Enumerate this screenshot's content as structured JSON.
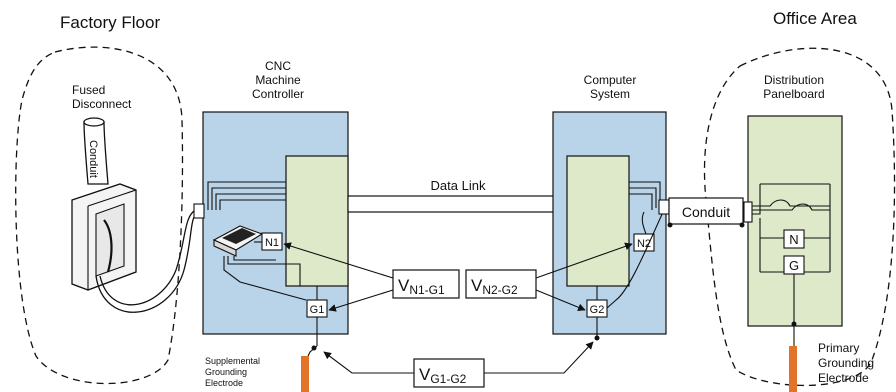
{
  "areas": {
    "left_title": "Factory Floor",
    "right_title": "Office Area"
  },
  "equipment": {
    "fused_disconnect": [
      "Fused",
      "Disconnect"
    ],
    "conduit_vertical": "Conduit",
    "cnc_controller": [
      "CNC",
      "Machine",
      "Controller"
    ],
    "computer_system": [
      "Computer",
      "System"
    ],
    "distribution_panelboard": [
      "Distribution",
      "Panelboard"
    ],
    "data_link": "Data Link",
    "conduit_horizontal": "Conduit"
  },
  "terminals": {
    "n1": "N1",
    "g1": "G1",
    "n2": "N2",
    "g2": "G2",
    "n": "N",
    "g": "G"
  },
  "voltages": {
    "vn1g1": {
      "main": "V",
      "sub": "N1-G1"
    },
    "vn2g2": {
      "main": "V",
      "sub": "N2-G2"
    },
    "vg1g2": {
      "main": "V",
      "sub": "G1-G2"
    }
  },
  "electrodes": {
    "supplemental": [
      "Supplemental",
      "Grounding",
      "Electrode"
    ],
    "primary": [
      "Primary",
      "Grounding",
      "Electrode"
    ]
  },
  "colors": {
    "enclosure_fill": "#b9d3e8",
    "panel_fill": "#dde9c8",
    "electrode": "#e2742a",
    "line": "#111111"
  }
}
